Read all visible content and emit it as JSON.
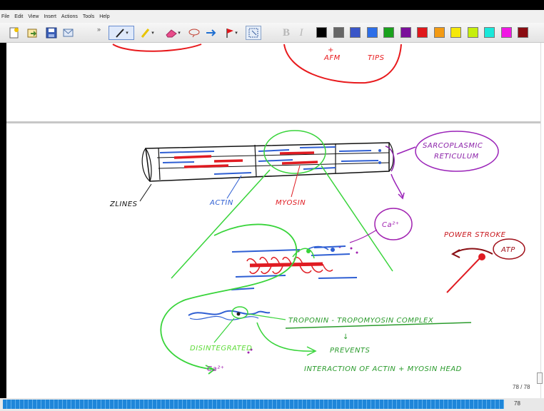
{
  "menu": [
    "File",
    "Edit",
    "View",
    "Insert",
    "Actions",
    "Tools",
    "Help"
  ],
  "toolbar": {
    "bold_label": "B",
    "italic_label": "I",
    "colors": [
      "#000000",
      "#666666",
      "#3a56c8",
      "#2d6ee8",
      "#19a11c",
      "#7a0f9a",
      "#e0171b",
      "#f39a12",
      "#f5e80a",
      "#c6ef0c",
      "#19e8da",
      "#f018e4",
      "#8b0c12"
    ]
  },
  "annotations": {
    "afm": "AFM",
    "tips": "TIPS",
    "plus_top": "+",
    "sarco": "SARCOPLASMIC",
    "reticulum": "RETICULUM",
    "zlines": "ZLINES",
    "actin": "ACTIN",
    "myosin": "MYOSIN",
    "ca": "Ca²⁺",
    "power_stroke": "POWER STROKE",
    "atp": "ATP",
    "troponin": "TROPONIN - TROPOMYOSIN COMPLEX",
    "arrow_down": "↓",
    "prevents": "PREVENTS",
    "interaction": "INTERACTION OF   ACTIN + MYOSIN HEAD",
    "disintegrated": "DISINTEGRATED",
    "ca2": "Ca²⁺"
  },
  "page_indicator": "78 / 78",
  "status_page": "78"
}
